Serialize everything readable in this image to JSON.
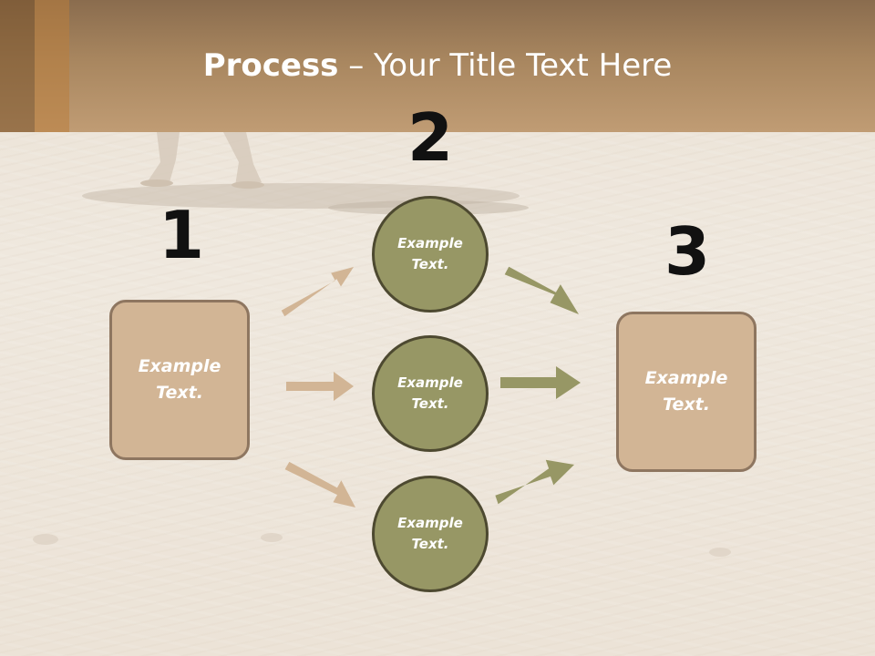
{
  "title": {
    "bold": "Process",
    "rest": " – Your Title Text Here"
  },
  "steps": [
    {
      "number": "1"
    },
    {
      "number": "2"
    },
    {
      "number": "3"
    }
  ],
  "boxes": [
    {
      "text": "Example Text."
    },
    {
      "text": "Example Text."
    }
  ],
  "circles": [
    {
      "text": "Example Text."
    },
    {
      "text": "Example Text."
    },
    {
      "text": "Example Text."
    }
  ],
  "colors": {
    "header": "#a8865f",
    "box_fill": "#d2b595",
    "circle_fill": "#979765",
    "arrow_tan": "#d2b595",
    "arrow_olive": "#979765"
  }
}
